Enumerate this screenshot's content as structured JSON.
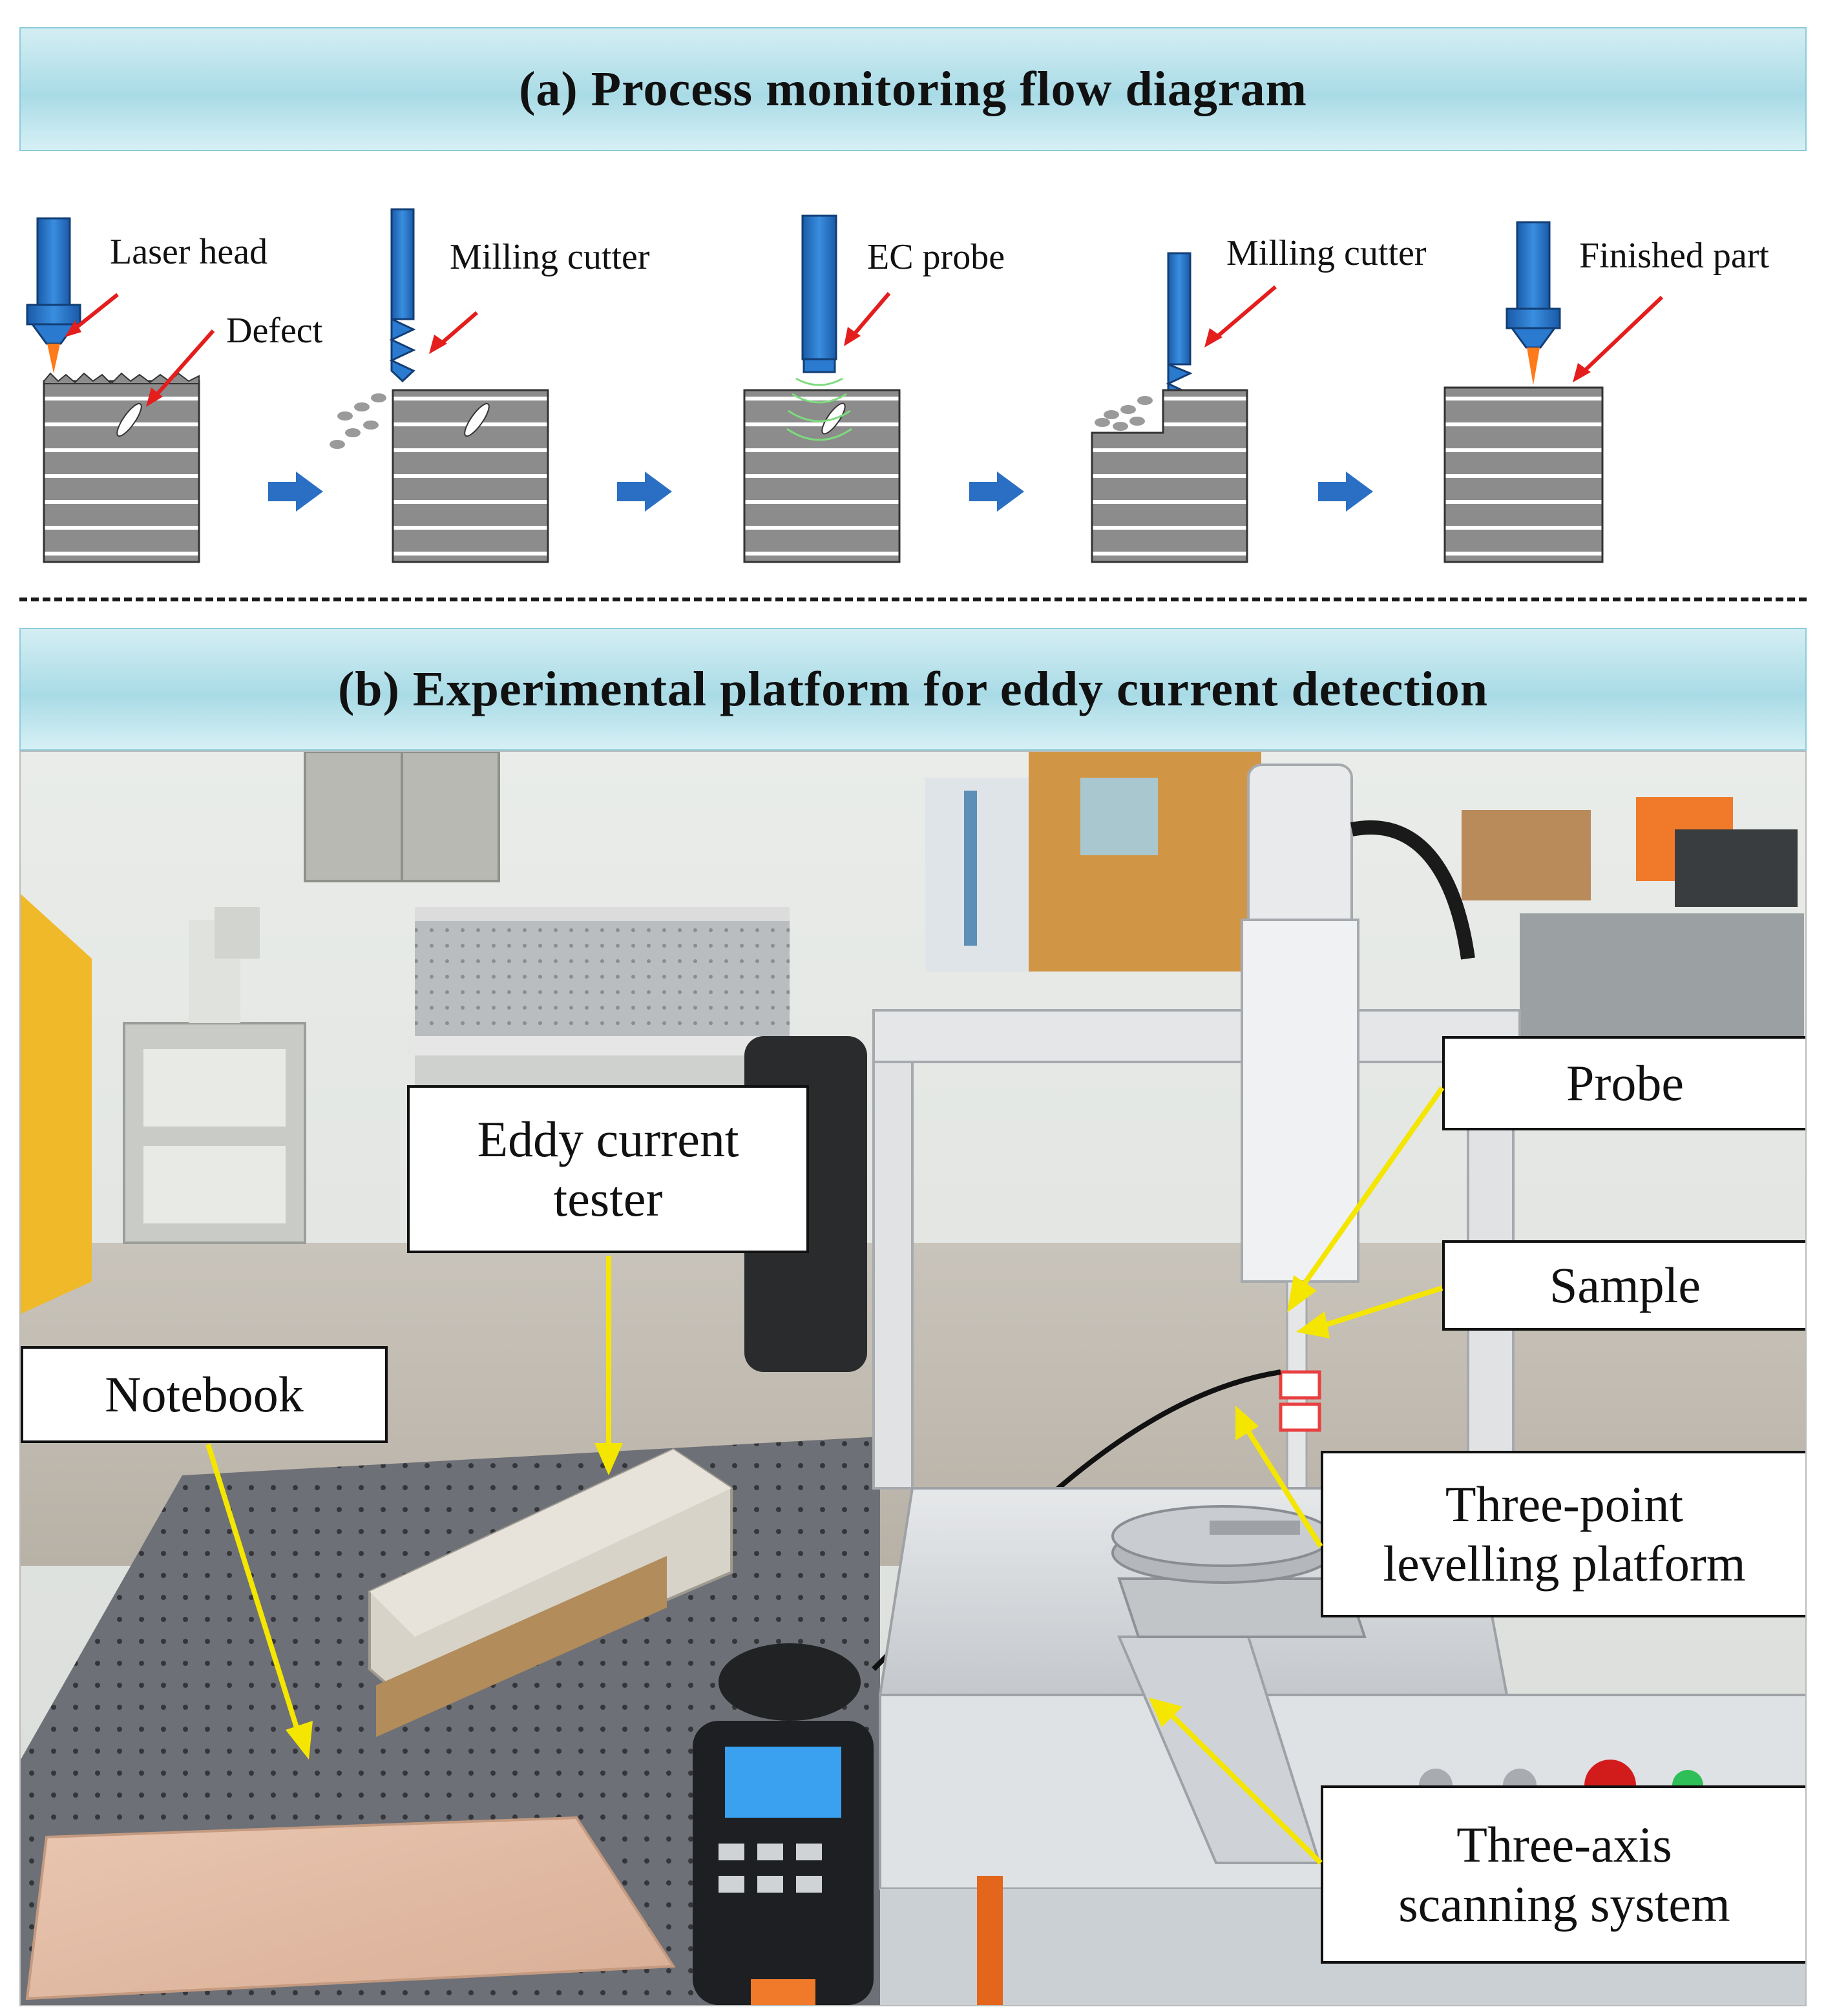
{
  "panel_a": {
    "title": "(a) Process monitoring flow diagram",
    "labels": {
      "laser_head": "Laser head",
      "defect": "Defect",
      "milling_cutter_1": "Milling cutter",
      "ec_probe": "EC probe",
      "milling_cutter_2": "Milling cutter",
      "finished_part": "Finished part"
    }
  },
  "panel_b": {
    "title": "(b) Experimental platform for eddy current detection",
    "callouts": {
      "eddy_current_tester": [
        "Eddy current",
        "tester"
      ],
      "notebook": [
        "Notebook"
      ],
      "probe": [
        "Probe"
      ],
      "sample": [
        "Sample"
      ],
      "three_point_levelling_platform": [
        "Three-point",
        "levelling platform"
      ],
      "three_axis_scanning_system": [
        "Three-axis",
        "scanning system"
      ]
    }
  },
  "colors": {
    "banner": "#a9dbe6",
    "tool_blue": "#1f6fc4",
    "arrow_red": "#e41d1d",
    "arrow_yellow": "#f4e600",
    "layer_gray": "#8c8c8c"
  }
}
